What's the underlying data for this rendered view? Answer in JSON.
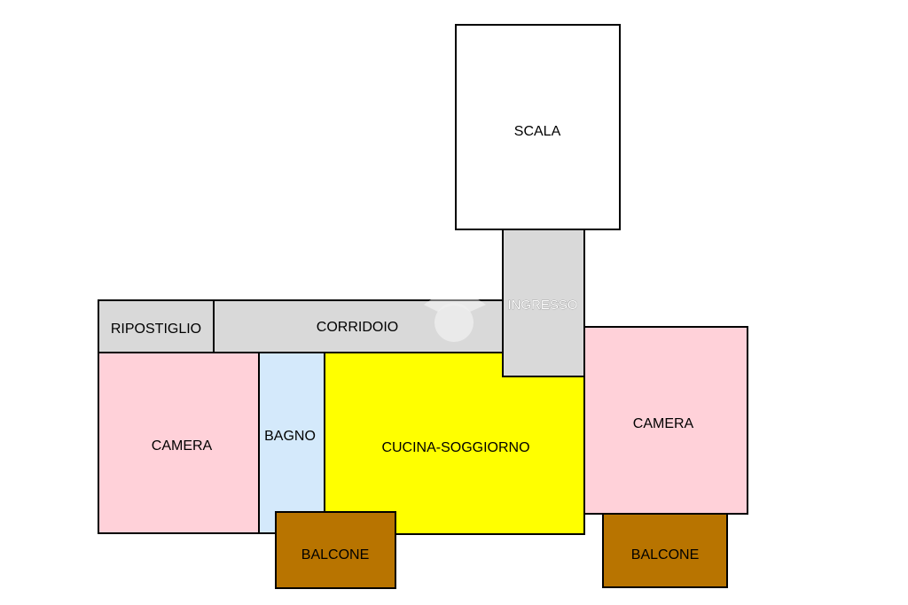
{
  "colors": {
    "gray": "#d9d9d9",
    "pink": "#ffd1d9",
    "blue": "#d4e9fb",
    "yellow": "#ffff00",
    "brown": "#b87400",
    "white": "#ffffff",
    "wall": "#000000"
  },
  "rooms": {
    "scala": "SCALA",
    "ingresso": "INGRESSO",
    "ripostiglio": "RIPOSTIGLIO",
    "corridoio": "CORRIDOIO",
    "camera_left": "CAMERA",
    "bagno": "BAGNO",
    "cucina_soggiorno": "CUCINA-SOGGIORNO",
    "camera_right": "CAMERA",
    "balcone_left": "BALCONE",
    "balcone_right": "BALCONE"
  },
  "watermark_icon": "logo-watermark"
}
